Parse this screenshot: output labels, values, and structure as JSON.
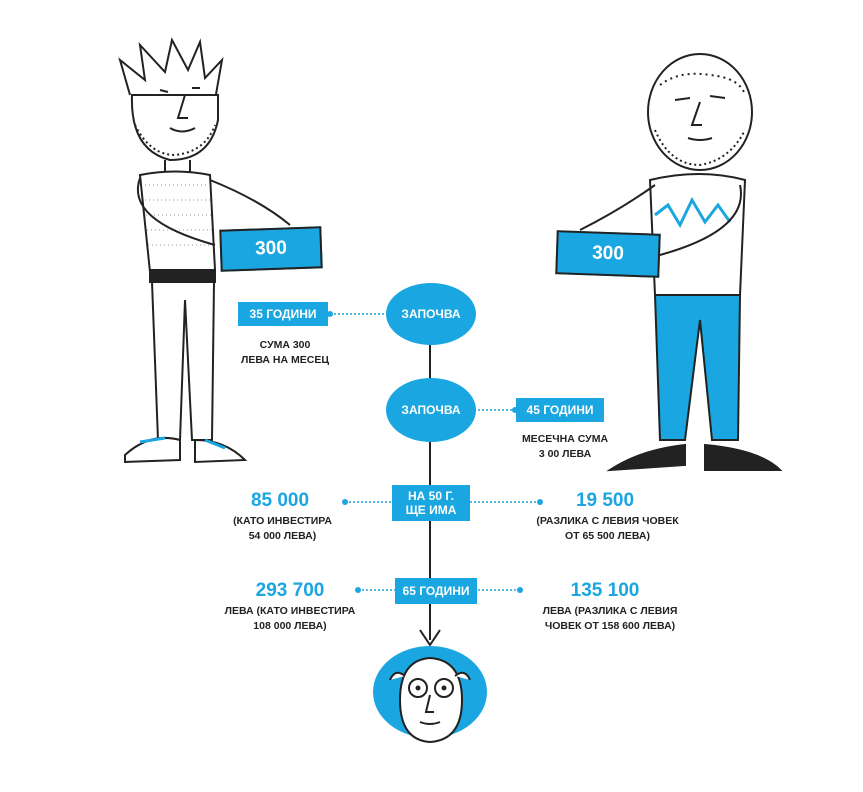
{
  "left_person": {
    "tablet_amount": "300"
  },
  "right_person": {
    "tablet_amount": "300"
  },
  "flow": {
    "start_left_oval": "ЗАПОЧВА",
    "start_right_oval": "ЗАПОЧВА",
    "age_left": "35 ГОДИНИ",
    "age_left_note_line1": "СУМА 300",
    "age_left_note_line2": "ЛЕВА НА МЕСЕЦ",
    "age_right": "45 ГОДИНИ",
    "age_right_note_line1": "МЕСЕЧНА СУМА",
    "age_right_note_line2": "3 00 ЛЕВА",
    "at50_line1": "НА 50 Г.",
    "at50_line2": "ЩЕ ИМА",
    "at50_left_value": "85 000",
    "at50_left_note_line1": "(КАТО ИНВЕСТИРА",
    "at50_left_note_line2": "54 000 ЛЕВА)",
    "at50_right_value": "19 500",
    "at50_right_note_line1": "(РАЗЛИКА С ЛЕВИЯ ЧОВЕК",
    "at50_right_note_line2": "ОТ 65 500 ЛЕВА)",
    "at65": "65 ГОДИНИ",
    "at65_left_value": "293 700",
    "at65_left_note_line1": "ЛЕВА (КАТО ИНВЕСТИРА",
    "at65_left_note_line2": "108 000 ЛЕВА)",
    "at65_right_value": "135 100",
    "at65_right_note_line1": "ЛЕВА (РАЗЛИКА С ЛЕВИЯ",
    "at65_right_note_line2": "ЧОВЕК ОТ 158 600 ЛЕВА)"
  },
  "colors": {
    "accent": "#1aa6e0",
    "ink": "#222222"
  }
}
